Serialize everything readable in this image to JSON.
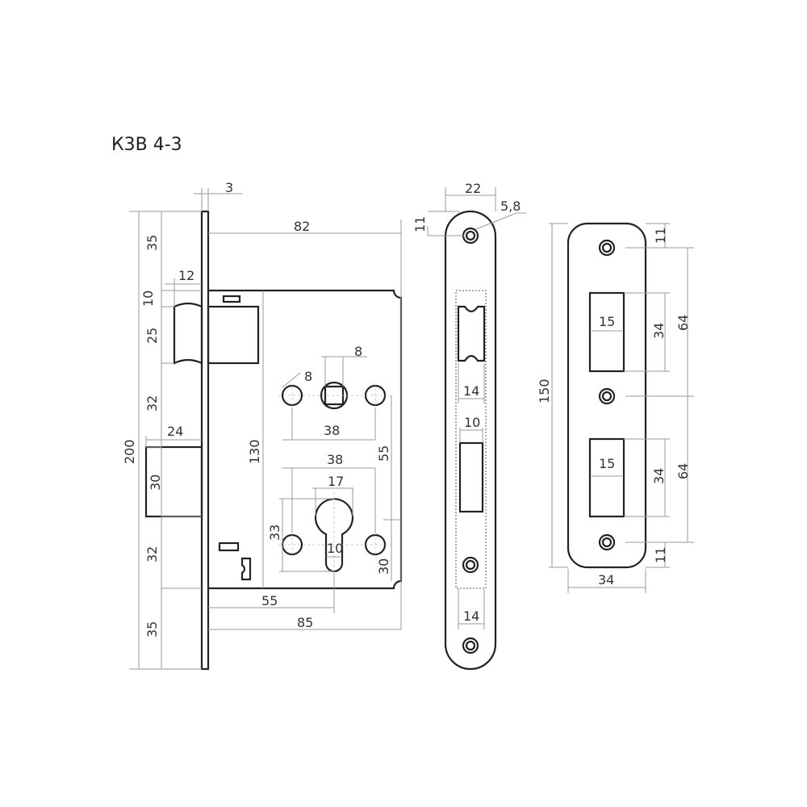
{
  "title": "К3В 4-3",
  "lock_body": {
    "faceplate_thickness": "3",
    "case_depth": "82",
    "latch_projection": "12",
    "top_offset": "35",
    "gap_10": "10",
    "latch_height": "25",
    "gap_32_upper": "32",
    "deadbolt_projection": "24",
    "total_height": "200",
    "deadbolt_height": "30",
    "gap_32_lower": "32",
    "bottom_offset": "35",
    "case_height": "130",
    "spindle_size": "8",
    "hole_diameter": "8",
    "upper_hole_spacing": "38",
    "lower_hole_spacing": "38",
    "spindle_to_cylinder": "55",
    "cylinder_width": "17",
    "cylinder_height": "33",
    "cylinder_slot": "10",
    "cylinder_to_bottom": "30",
    "backset": "55",
    "overall_depth": "85"
  },
  "faceplate": {
    "width": "22",
    "hole_size": "5,8",
    "hole_offset": "11",
    "latch_width": "14",
    "deadbolt_width": "10",
    "bottom_width": "14"
  },
  "strike_plate": {
    "height": "150",
    "top_offset": "11",
    "spacing_upper": "64",
    "opening_upper_height": "34",
    "opening_upper_width": "15",
    "opening_lower_height": "34",
    "opening_lower_width": "15",
    "spacing_lower": "64",
    "bottom_offset": "11",
    "width": "34"
  }
}
